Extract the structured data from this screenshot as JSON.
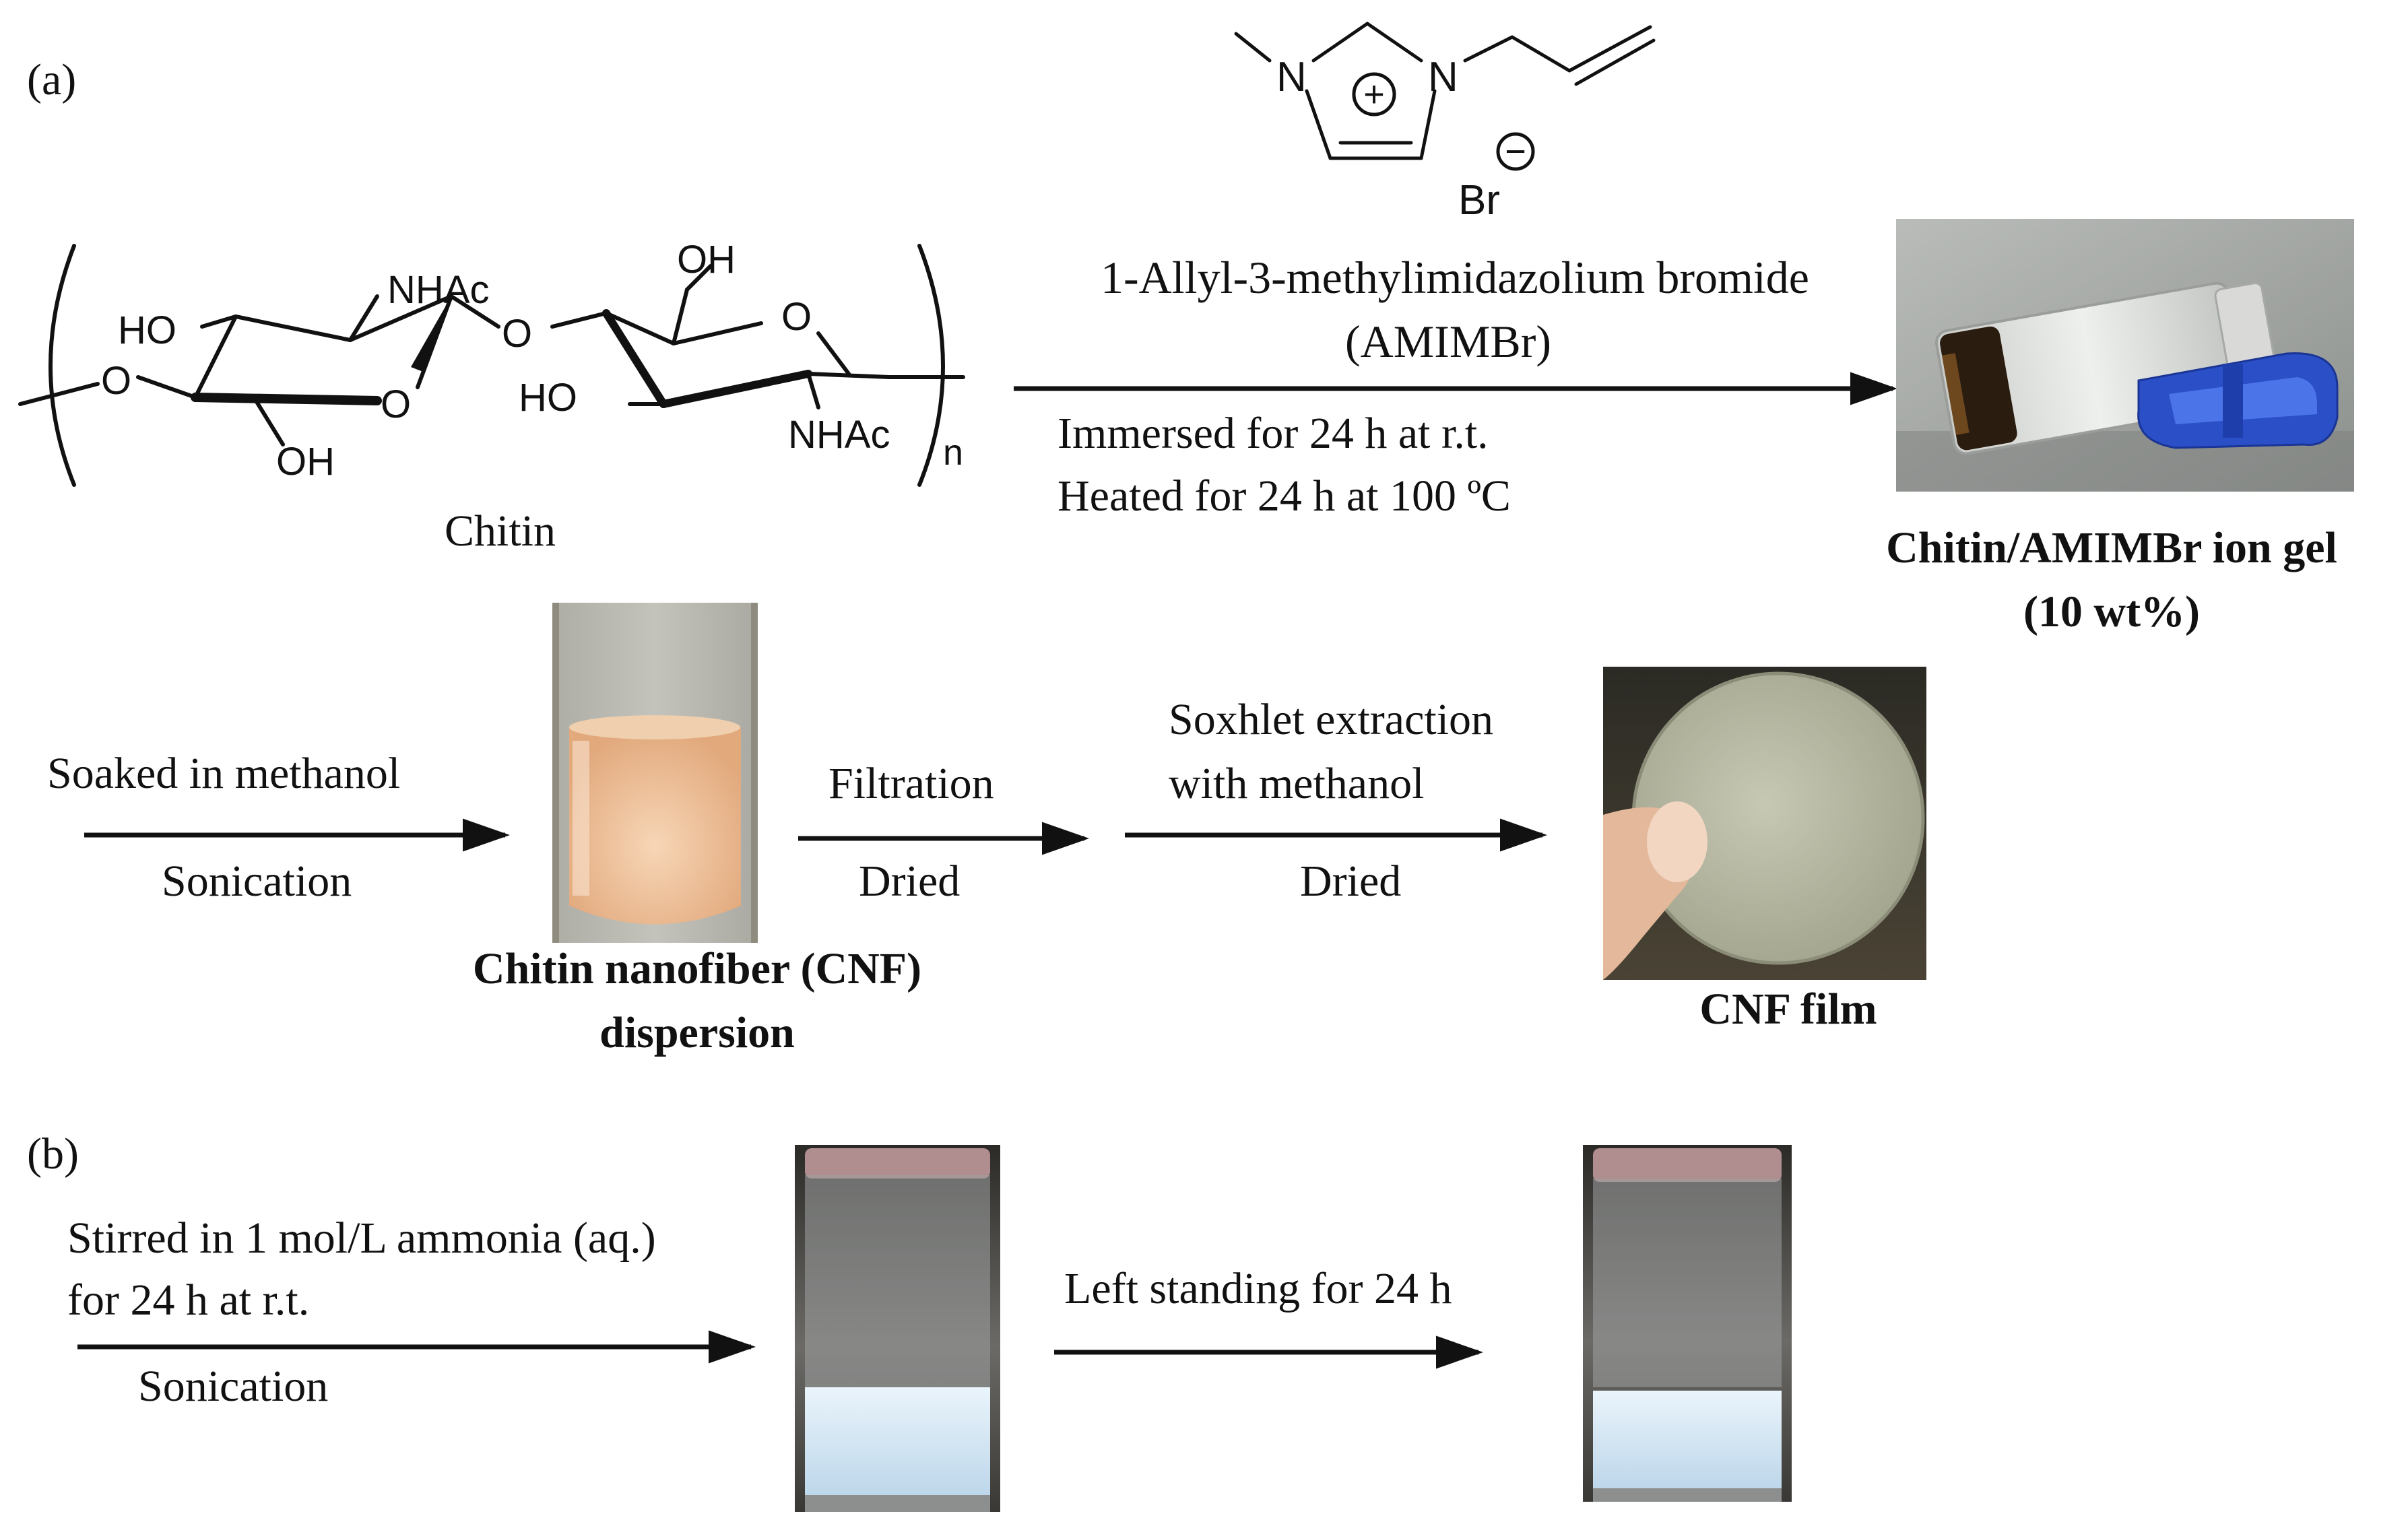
{
  "panels": {
    "a": {
      "label": "(a)"
    },
    "b": {
      "label": "(b)"
    }
  },
  "chitin": {
    "name": "Chitin",
    "groups": {
      "ho_left": "HO",
      "nhac_top": "NHAc",
      "oh_top": "OH",
      "o_glyco": "O",
      "o_ring_right": "O",
      "o_left": "O",
      "o_ring_left": "O",
      "ho_mid": "HO",
      "nhac_bottom": "NHAc",
      "n": "n",
      "oh_bottom": "OH"
    }
  },
  "amimbr": {
    "n_left": "N",
    "n_right": "N",
    "plus": "+",
    "minus": "−",
    "br": "Br",
    "name_line1": "1-Allyl-3-methylimidazolium  bromide",
    "name_line2": "(AMIMBr)"
  },
  "steps": {
    "step1_line1": "Immersed  for 24 h at r.t.",
    "step1_line2": "Heated  for 24 h at 100 ºC",
    "step2_top": "Soaked  in methanol",
    "step2_bottom": "Sonication",
    "step3_top": "Filtration",
    "step3_bottom": "Dried",
    "step4_top_line1": "Soxhlet  extraction",
    "step4_top_line2": "with methanol",
    "step4_bottom": "Dried",
    "step5_line1": "Stirred  in 1 mol/L  ammonia  (aq.)",
    "step5_line2": "for 24 h at r.t.",
    "step5_bottom": "Sonication",
    "step6": "Left  standing  for 24 h"
  },
  "products": {
    "ion_gel_line1": "Chitin/AMIMBr  ion gel",
    "ion_gel_line2": "(10 wt%)",
    "cnf_line1": "Chitin  nanofiber  (CNF)",
    "cnf_line2": "dispersion",
    "cnf_film": "CNF film"
  }
}
